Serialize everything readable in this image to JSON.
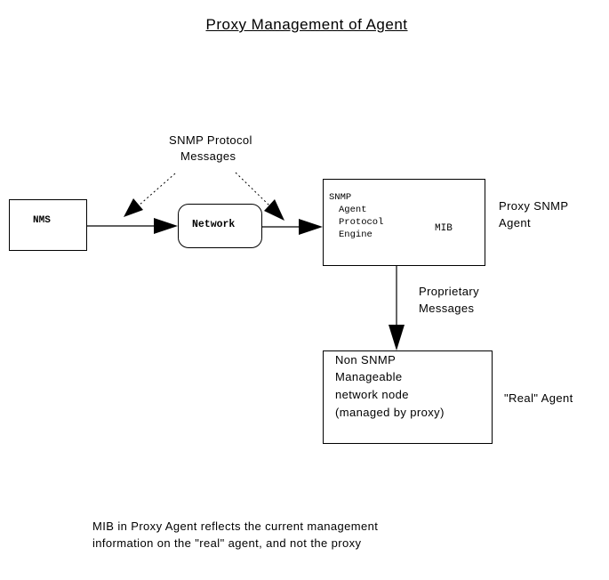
{
  "title": "Proxy Management of Agent",
  "snmp_messages": {
    "line1": "SNMP Protocol",
    "line2": "Messages"
  },
  "nms": {
    "label": "NMS"
  },
  "network": {
    "label": "Network"
  },
  "agent_engine": {
    "line1": "SNMP",
    "line2": "Agent",
    "line3": "Protocol",
    "line4": "Engine"
  },
  "mib": {
    "label": "MIB"
  },
  "proxy_agent_label": {
    "line1": "Proxy SNMP",
    "line2": "Agent"
  },
  "proprietary": {
    "line1": "Proprietary",
    "line2": "Messages"
  },
  "non_snmp_node": {
    "line1": "Non SNMP",
    "line2": "Manageable",
    "line3": "network node",
    "line4": "(managed by proxy)"
  },
  "real_agent_label": "\"Real\" Agent",
  "footer": {
    "line1": "MIB in Proxy Agent reflects the current management",
    "line2": "information on the \"real\" agent, and not the proxy"
  }
}
